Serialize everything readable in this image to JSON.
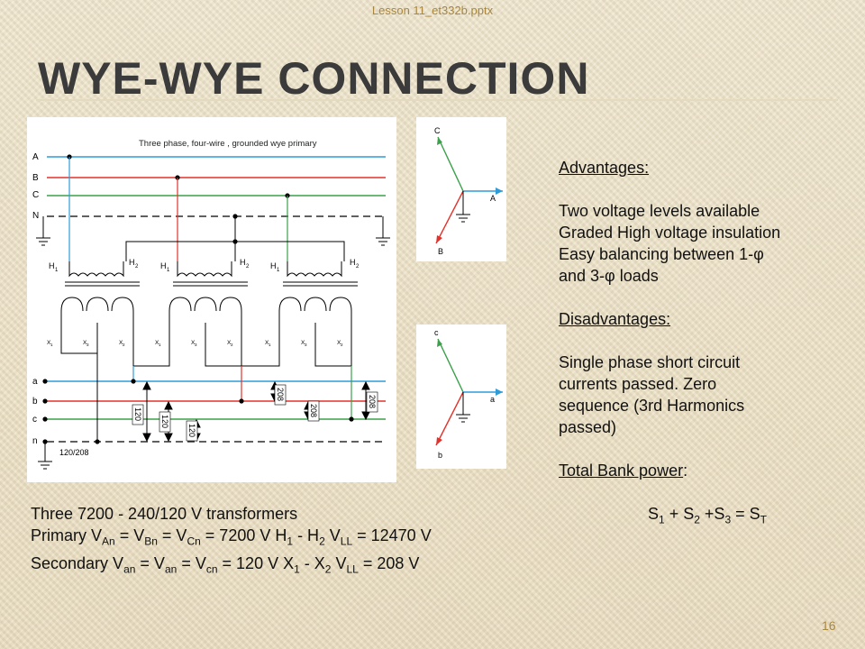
{
  "file_label": "Lesson 11_et332b.pptx",
  "title": "WYE-WYE CONNECTION",
  "diagram": {
    "caption": "Three phase, four-wire , grounded wye primary",
    "primary_lines": [
      "A",
      "B",
      "C",
      "N"
    ],
    "secondary_lines": [
      "a",
      "b",
      "c",
      "n"
    ],
    "h1": "H",
    "h2": "H",
    "sub1": "1",
    "sub2": "2",
    "x1": "X",
    "x2": "X",
    "x3": "X",
    "xsub1": "1",
    "xsub2": "2",
    "xsub3": "3",
    "voltage_labels": [
      "120",
      "120",
      "120",
      "208",
      "208",
      "208"
    ],
    "system_label": "120/208"
  },
  "phasor_primary": {
    "c": "C",
    "a": "A",
    "b": "B"
  },
  "phasor_secondary": {
    "c": "c",
    "a": "a",
    "b": "b"
  },
  "advantages": {
    "heading": "Advantages:",
    "items": [
      "Two voltage levels available",
      "Graded High voltage insulation",
      "Easy balancing between 1-φ",
      "and 3-φ loads"
    ]
  },
  "disadvantages": {
    "heading": "Disadvantages:",
    "items": [
      " Single phase short circuit",
      "currents passed. Zero",
      "sequence (3rd Harmonics",
      "passed)"
    ]
  },
  "total_bank": {
    "heading": "Total Bank power",
    "colon": ":",
    "eq": {
      "s": "S",
      "s1": "1",
      "plus1": " + ",
      "s2": "2",
      "plus2": " +",
      "s3": "3",
      "equals": " = ",
      "st": "T"
    }
  },
  "spec": {
    "line1": "Three  7200 - 240/120 V transformers",
    "line2": {
      "pre": "Primary V",
      "sub_an": "An",
      "eq1": " = V",
      "sub_bn": "Bn",
      "eq2": " = V",
      "sub_cn": "Cn",
      "mid": " = 7200 V  H",
      "h1": "1",
      "dash": " - H",
      "h2": "2",
      "vll": "   V",
      "sub_ll": "LL",
      "end": " = 12470 V"
    },
    "line3": {
      "pre": "Secondary V",
      "sub_an": "an",
      "eq1": " = V",
      "sub_bn": "an",
      "eq2": " = V",
      "sub_cn": "cn",
      "mid": " = 120 V  X",
      "x1": "1",
      "dash": " - X",
      "x2": "2",
      "vll": "   V",
      "sub_ll": "LL",
      "end": " = 208 V"
    }
  },
  "page_number": "16",
  "colors": {
    "phase_a": "#2f9bd9",
    "phase_b": "#e3322b",
    "phase_c": "#3aa14a",
    "neutral": "#000000",
    "text": "#111111",
    "title": "#3b3b3b",
    "accent": "#a8863e"
  }
}
